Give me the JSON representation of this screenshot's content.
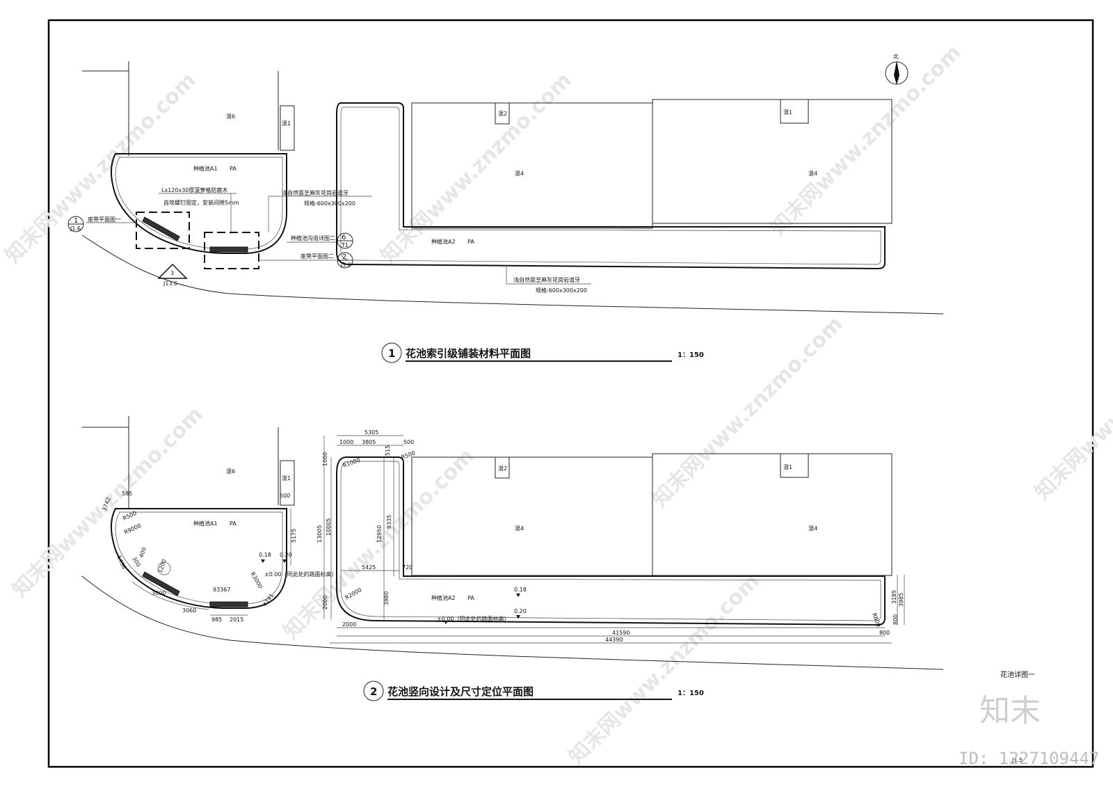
{
  "sheet": {
    "north": "北",
    "drawing_name": "花池详图一",
    "sheet_no": "J1.5",
    "brand_logo": "知末",
    "brand_id": "ID: 1227109447",
    "watermark": "知末网www.znzmo.com"
  },
  "plan1": {
    "number": "1",
    "title": "花池索引级铺装材料平面图",
    "scale": "1：150",
    "labels": {
      "zone_6": "混6",
      "zone_1a": "混1",
      "zone_2": "混2",
      "zone_1b": "混1",
      "zone_4a": "混4",
      "zone_4b": "混4",
      "pool_a1": "种植池A1",
      "pool_a1_pa": "PA",
      "pool_a2": "种植池A2",
      "pool_a2_pa": "PA",
      "wood_spec": "Lx120x30厚菠萝格防腐木",
      "wood_fix": "自攻螺钉固定，安装间隙5mm",
      "stone_curb": "浅自然面芝麻灰花岗岩道牙",
      "stone_curb_spec": "规格:600x300x200",
      "stone_curb2": "浅自然面芝麻灰花岗岩道牙",
      "stone_curb2_spec": "规格:600x300x200",
      "bench_plan_1": "座凳平面图一",
      "bench_plan_2": "座凳平面图二",
      "ditch_detail": "种植池沟造详图二",
      "ref1_num": "1",
      "ref1_sheet": "J1.6",
      "ref6_num": "6",
      "ref6_sheet": "T1",
      "ref2_num": "2",
      "ref2_sheet": "J1.6",
      "sec3_num": "3",
      "sec3_sheet": "J13.6"
    }
  },
  "plan2": {
    "number": "2",
    "title": "花池竖向设计及尺寸定位平面图",
    "scale": "1：150",
    "labels": {
      "zone_6": "混6",
      "zone_1a": "混1",
      "zone_2": "混2",
      "zone_1b": "混1",
      "zone_4a": "混4",
      "zone_4b": "混4",
      "pool_a1": "种植池A1",
      "pool_a1_pa": "PA",
      "pool_a2": "种植池A2",
      "pool_a2_pa": "PA",
      "elev_018a": "0.18",
      "elev_020a": "0.20",
      "elev_000a": "±0.00（同此处的路面标高）",
      "elev_018b": "0.18",
      "elev_020b": "0.20",
      "elev_000b": "±0.00（同此处的路面标高）"
    },
    "dims": {
      "d5305": "5305",
      "d1000a": "1000",
      "d3805": "3805",
      "d500a": "500",
      "d515": "515",
      "r500a": "R500",
      "r1000": "R1000",
      "d1000b": "1000",
      "d13005": "13005",
      "d10005": "10005",
      "d12950": "12950",
      "d9335": "9335",
      "d5425": "5425",
      "d720": "720",
      "r2000": "R2000",
      "d2000a": "2000",
      "d3980": "3980",
      "d2000b": "2000",
      "d41590": "41590",
      "d44390": "44390",
      "d800a": "800",
      "r800": "R800",
      "d800b": "800",
      "d3185": "3185",
      "d3985": "3985",
      "d585": "585",
      "d500b": "500",
      "d3742": "3742",
      "r500b": "R500",
      "r9000": "R9000",
      "d5175": "5175",
      "d5496": "5496",
      "d300": "300",
      "d400": "400",
      "d1200": "1200",
      "r3000": "R3000",
      "d3000": "3000",
      "d3060": "3060",
      "d985": "985",
      "d93367": "93367",
      "d2015": "2015",
      "d4741": "4741"
    }
  }
}
